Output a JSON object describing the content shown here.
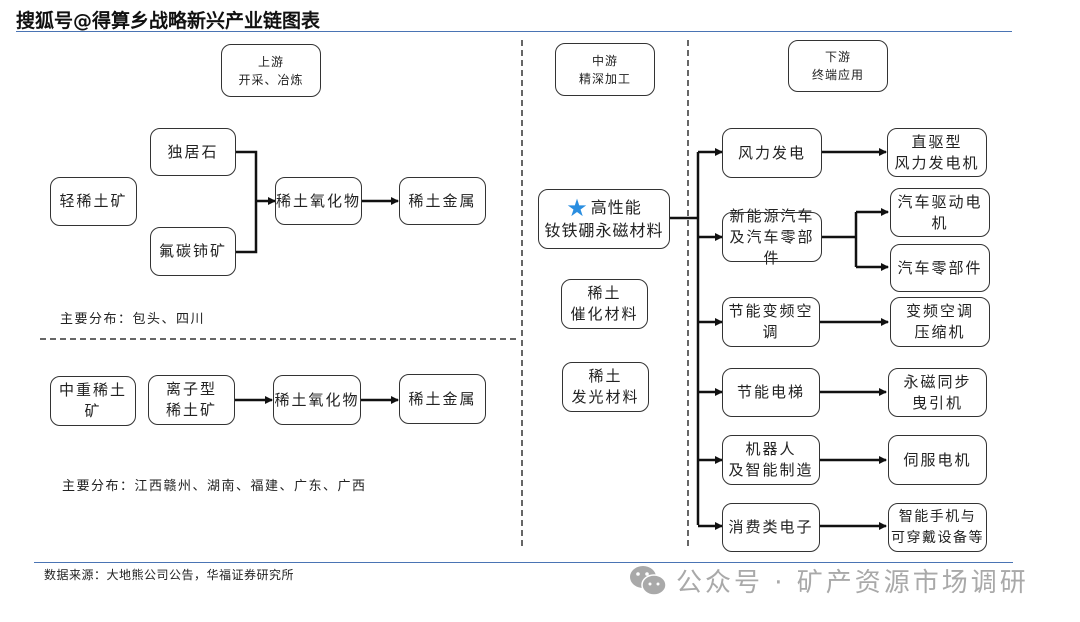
{
  "header": {
    "watermark_title": "搜狐号@得算乡战略新兴产业",
    "title_suffix": "链图表"
  },
  "upstream": {
    "header": {
      "line1": "上游",
      "line2": "开采、冶炼"
    },
    "light": {
      "source": "轻稀土矿",
      "ores": [
        "独居石",
        "氟碳铈矿"
      ],
      "oxide": "稀土氧化物",
      "metal": "稀土金属",
      "distribution": "主要分布：包头、四川"
    },
    "heavy": {
      "source": "中重稀土矿",
      "ore": {
        "line1": "离子型",
        "line2": "稀土矿"
      },
      "oxide": "稀土氧化物",
      "metal": "稀土金属",
      "distribution": "主要分布：江西赣州、湖南、福建、广东、广西"
    }
  },
  "midstream": {
    "header": {
      "line1": "中游",
      "line2": "精深加工"
    },
    "materials": [
      {
        "line1": "高性能",
        "line2": "钕铁硼永磁材料",
        "icon": "star-icon",
        "highlight": true
      },
      {
        "line1": "稀土",
        "line2": "催化材料"
      },
      {
        "line1": "稀土",
        "line2": "发光材料"
      }
    ]
  },
  "downstream": {
    "header": {
      "line1": "下游",
      "line2": "终端应用"
    },
    "applications": [
      {
        "lines": [
          "风力发电"
        ],
        "products": [
          [
            "直驱型",
            "风力发电机"
          ]
        ]
      },
      {
        "lines": [
          "新能源汽车",
          "及汽车零部件"
        ],
        "products": [
          [
            "汽车驱动电机"
          ],
          [
            "汽车零部件"
          ]
        ]
      },
      {
        "lines": [
          "节能变频空调"
        ],
        "products": [
          [
            "变频空调",
            "压缩机"
          ]
        ]
      },
      {
        "lines": [
          "节能电梯"
        ],
        "products": [
          [
            "永磁同步",
            "曳引机"
          ]
        ]
      },
      {
        "lines": [
          "机器人",
          "及智能制造"
        ],
        "products": [
          [
            "伺服电机"
          ]
        ]
      },
      {
        "lines": [
          "消费类电子"
        ],
        "products": [
          [
            "智能手机与",
            "可穿戴设备等"
          ]
        ]
      }
    ]
  },
  "footer": {
    "source": "数据来源：大地熊公司公告，华福证券研究所",
    "watermark": "公众号 · 矿产资源市场调研",
    "watermark_icon": "wechat-icon"
  },
  "colors": {
    "rule": "#4a74b4",
    "star": "#2a8ee0",
    "watermark": "#a9a9a9"
  }
}
